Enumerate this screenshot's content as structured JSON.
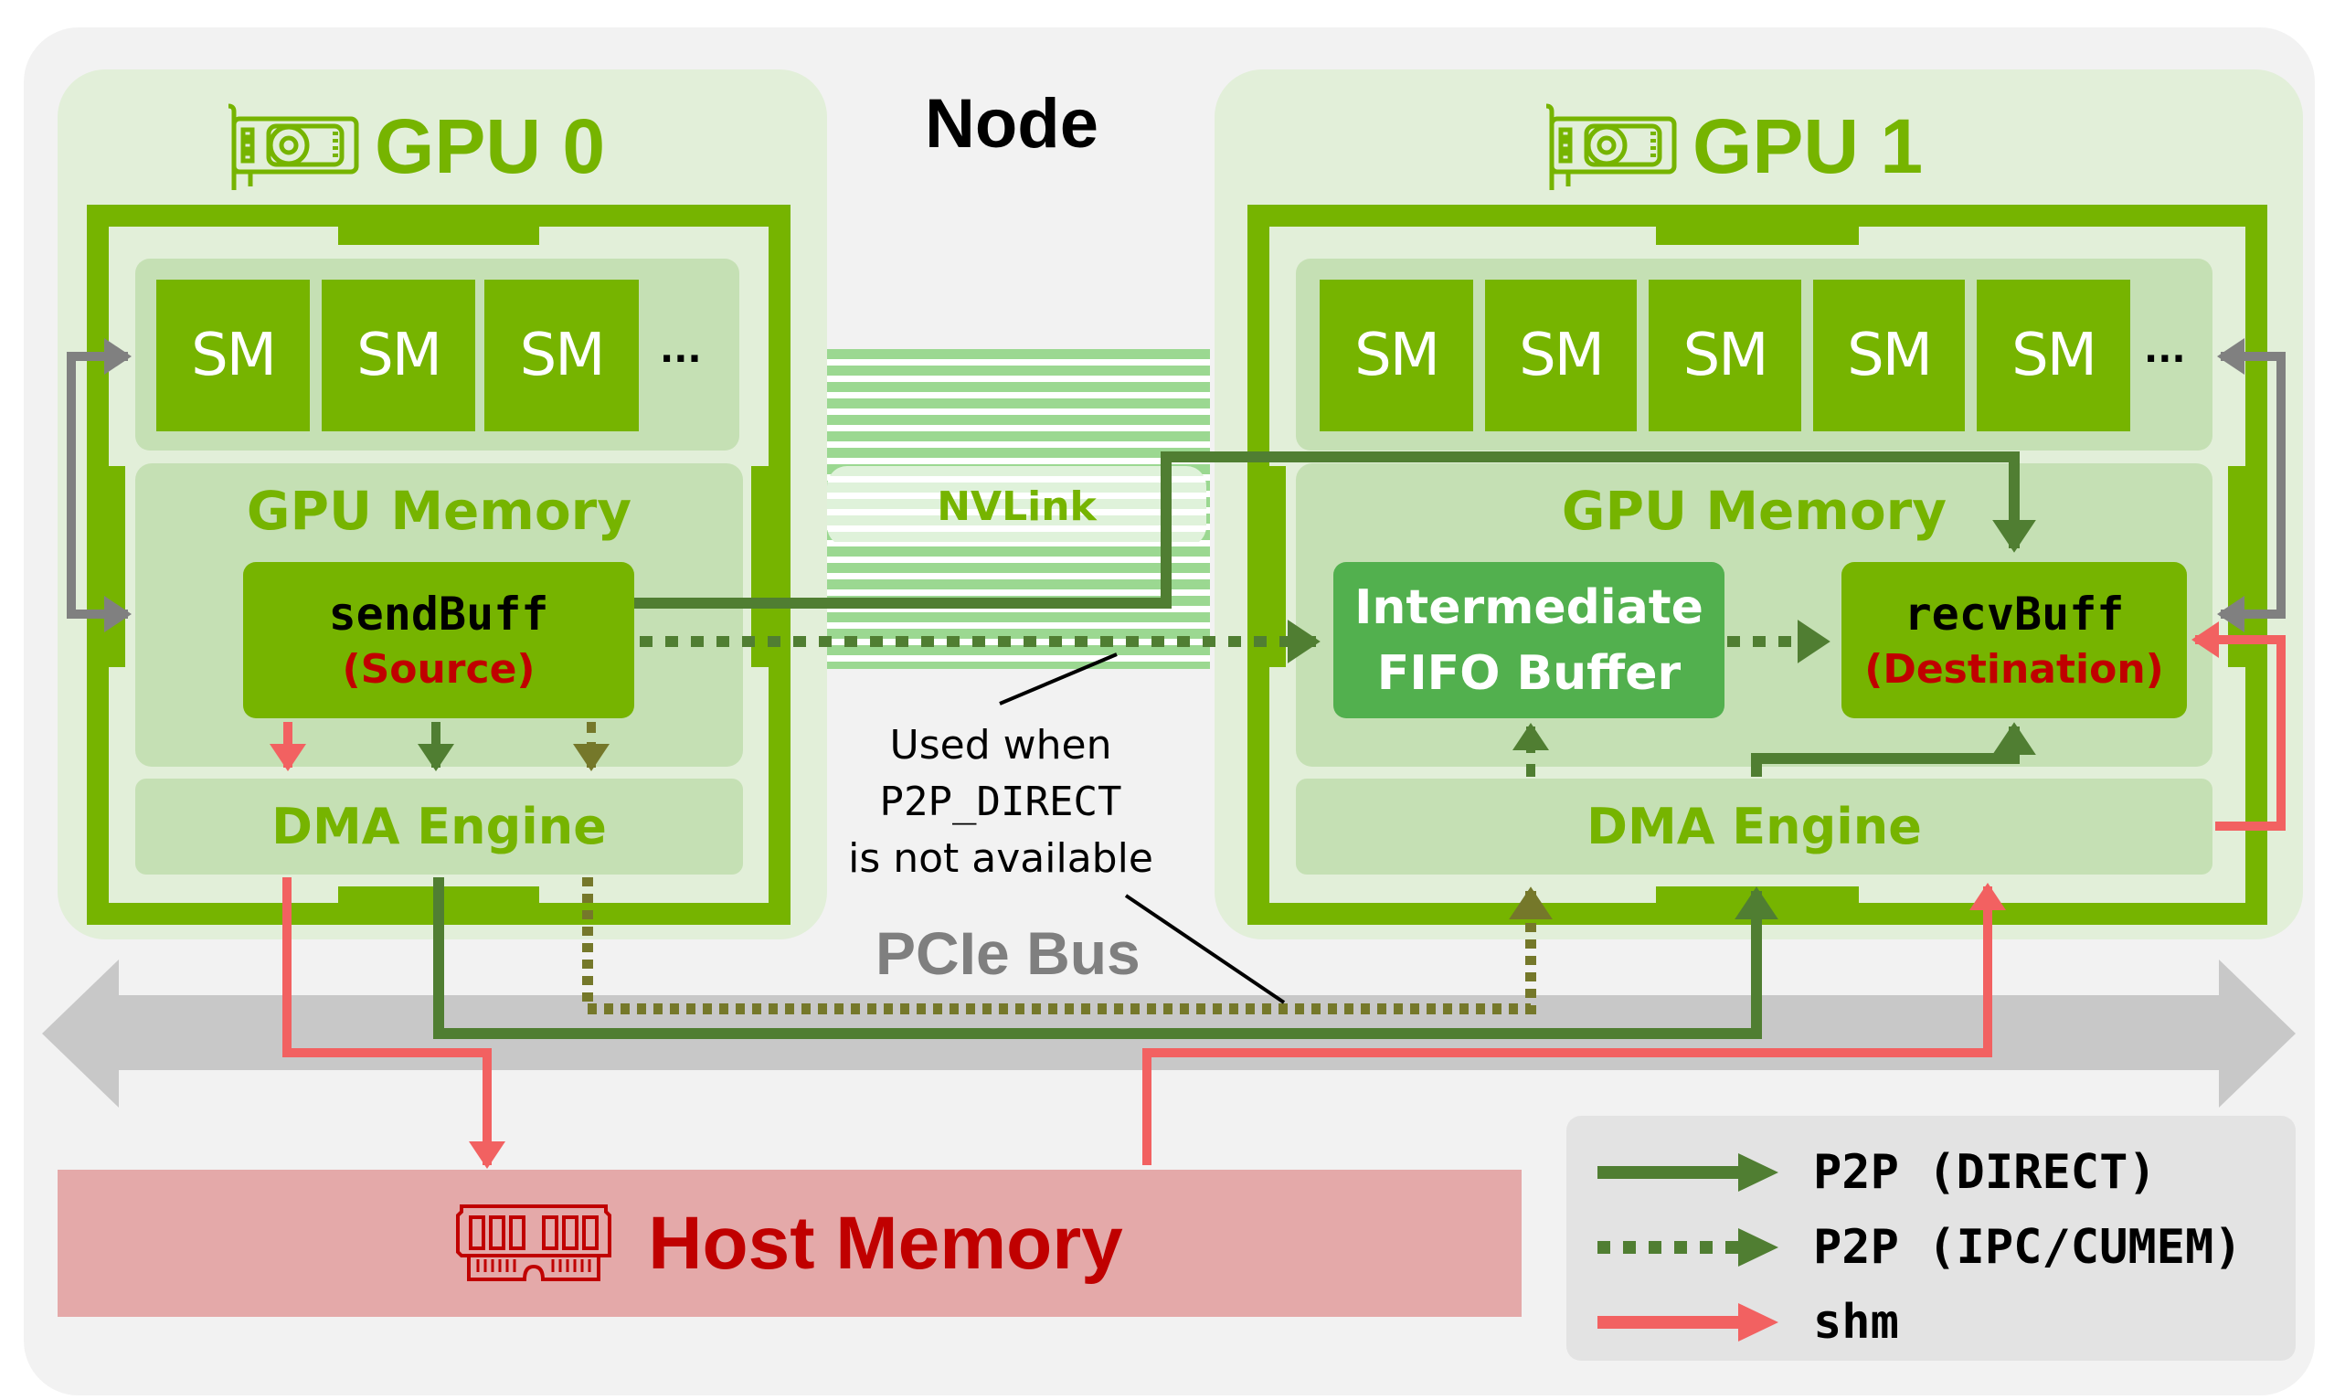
{
  "node": {
    "label": "Node"
  },
  "gpus": [
    {
      "title": "GPU 0",
      "icon": "gpu-card-icon",
      "sms": [
        "SM",
        "SM",
        "SM"
      ],
      "sm_more": "...",
      "memory_title": "GPU Memory",
      "buffer": {
        "name": "sendBuff",
        "role": "(Source)"
      },
      "dma_label": "DMA Engine"
    },
    {
      "title": "GPU 1",
      "icon": "gpu-card-icon",
      "sms": [
        "SM",
        "SM",
        "SM",
        "SM",
        "SM"
      ],
      "sm_more": "...",
      "memory_title": "GPU Memory",
      "fifo": {
        "line1": "Intermediate",
        "line2": "FIFO Buffer"
      },
      "buffer": {
        "name": "recvBuff",
        "role": "(Destination)"
      },
      "dma_label": "DMA Engine"
    }
  ],
  "nvlink": {
    "label": "NVLink"
  },
  "note": {
    "line1": "Used when",
    "line2": "P2P_DIRECT",
    "line3": "is not available"
  },
  "pcie": {
    "label": "PCIe Bus"
  },
  "host": {
    "label": "Host Memory",
    "icon": "ram-module-icon"
  },
  "legend": {
    "items": [
      {
        "label": "P2P (DIRECT)",
        "style": "solid",
        "color": "#507e32"
      },
      {
        "label": "P2P (IPC/CUMEM)",
        "style": "dotted",
        "color": "#507e32"
      },
      {
        "label": "shm",
        "style": "solid",
        "color": "#f26161"
      }
    ]
  },
  "colors": {
    "nvidia_green": "#76b400",
    "p2p_direct": "#507e32",
    "p2p_ipc": "#75782a",
    "shm": "#f26161",
    "host_label": "#c00000",
    "pcie_bus": "#c8c8c8"
  }
}
